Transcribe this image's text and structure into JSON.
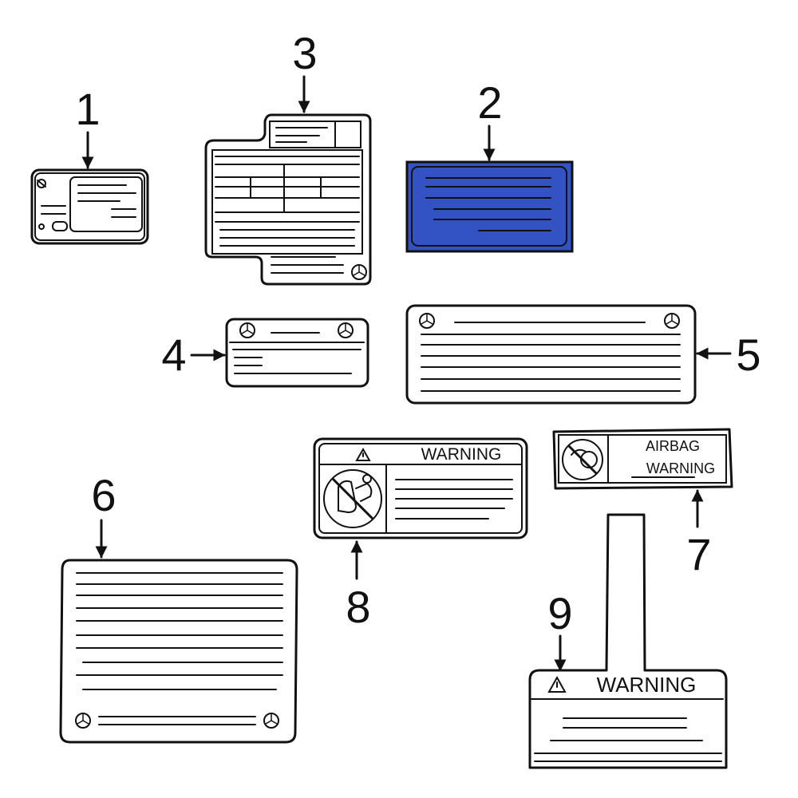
{
  "labels": {
    "callout_1": "1",
    "callout_2": "2",
    "callout_3": "3",
    "callout_4": "4",
    "callout_5": "5",
    "callout_6": "6",
    "callout_7": "7",
    "callout_8": "8",
    "callout_9": "9"
  },
  "texts": {
    "label_8_heading": "WARNING",
    "label_7_line1": "AIRBAG",
    "label_7_line2": "WARNING",
    "label_9_heading": "WARNING"
  },
  "colors": {
    "highlight_fill": "#3352c4",
    "outline": "#111111",
    "background": "#ffffff"
  }
}
